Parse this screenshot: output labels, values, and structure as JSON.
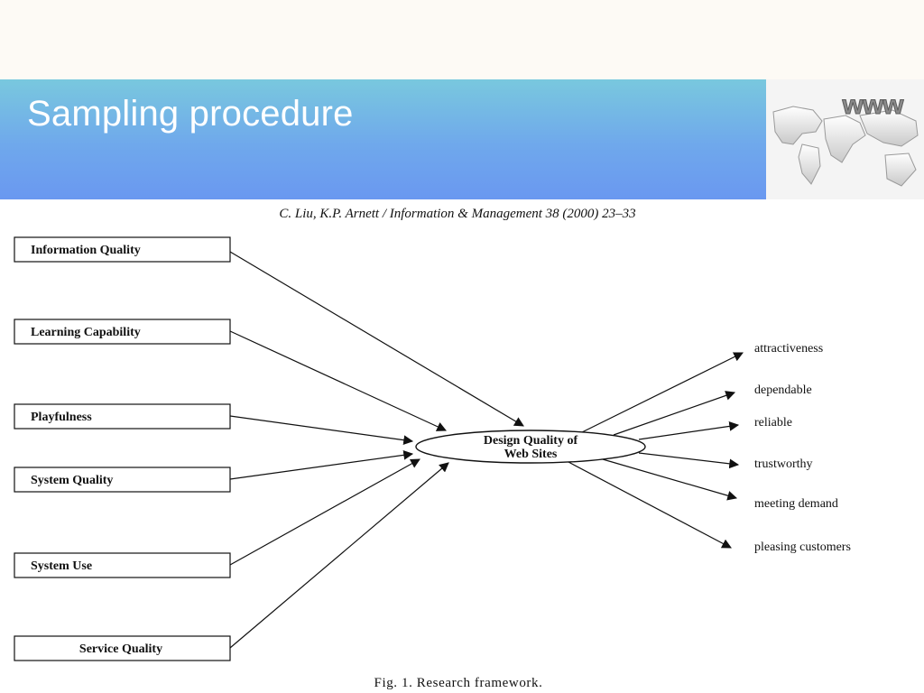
{
  "slide": {
    "title": "Sampling procedure",
    "logo_text": "www"
  },
  "figure": {
    "citation": "C. Liu, K.P. Arnett / Information & Management 38 (2000) 23–33",
    "caption": "Fig. 1.  Research framework.",
    "inputs": [
      "Information Quality",
      "Learning Capability",
      "Playfulness",
      "System Quality",
      "System Use",
      "Service Quality"
    ],
    "center": {
      "line1": "Design Quality of",
      "line2": "Web Sites"
    },
    "outputs": [
      "attractiveness",
      "dependable",
      "reliable",
      "trustworthy",
      "meeting demand",
      "pleasing customers"
    ]
  }
}
